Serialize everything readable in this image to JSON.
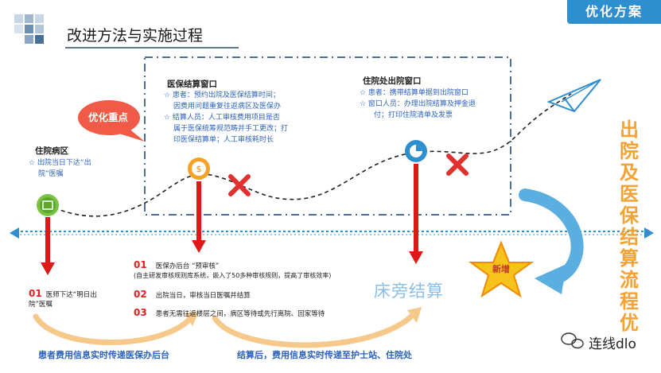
{
  "header": {
    "tag": "优化方案",
    "title": "改进方法与实施过程"
  },
  "focus_bubble": "优化重点",
  "sections": {
    "ward": {
      "title": "住院病区",
      "lines": [
        "☆ 出院当日下达“出",
        "院”医嘱"
      ]
    },
    "insurance": {
      "title": "医保结算窗口",
      "lines": [
        "☆ 患者：预约出院及医保结算时间；",
        "因费用问题重复往返病区及医保办",
        "☆ 结算人员：人工审核费用项目是否",
        "属于医保统筹规范畴并手工更改；打",
        "印医保结算单；人工审核耗时长"
      ]
    },
    "discharge": {
      "title": "住院处出院窗口",
      "lines": [
        "☆ 患者：携带结算单据到出院窗口",
        "☆ 窗口人员：办理出院结算及押金退",
        "付；打印住院清单及发票"
      ]
    }
  },
  "steps_left": {
    "num": "01",
    "lines": [
      "医师下达“明日出",
      "院”医嘱"
    ]
  },
  "steps_mid": [
    {
      "num": "01",
      "text": "医保办后台 “预审核”"
    },
    {
      "num": "",
      "text": "(自主研发审核规则库系统，嵌入了50多种审核规则，提高了审核效率)"
    },
    {
      "num": "02",
      "text": "出院当日，审核当日医嘱并结算"
    },
    {
      "num": "03",
      "text": "患者无需往返楼层之间，病区等待或先行离院、回家等待"
    }
  ],
  "bedside": "床旁结算",
  "new_badge": "新增",
  "vertical_text": [
    "出",
    "院",
    "及",
    "医",
    "保",
    "结",
    "算",
    "流",
    "程",
    "优"
  ],
  "bottom": {
    "left": "患者费用信息实时传递医保办后台",
    "right": "结算后，费用信息实时传递至护士站、住院处"
  },
  "logo": "连线dlo",
  "colors": {
    "accent": "#2e8fcf",
    "red": "#e02020",
    "orange": "#f3a233",
    "blue_text": "#2c62b8"
  },
  "icons": [
    "exit-icon",
    "coin-icon",
    "pie-chart-icon",
    "cross-icon",
    "paper-plane-icon",
    "star-icon",
    "wechat-icon"
  ]
}
